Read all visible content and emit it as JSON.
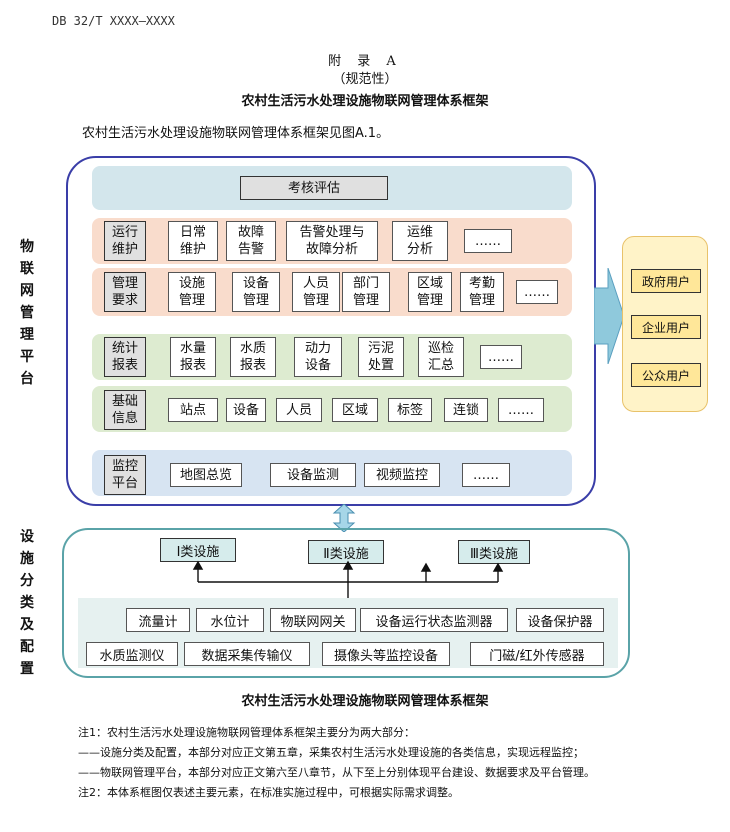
{
  "header": {
    "std_code": "DB 32/T XXXX—XXXX"
  },
  "appendix": {
    "title": "附  录  A",
    "type": "（规范性）",
    "name": "农村生活污水处理设施物联网管理体系框架"
  },
  "intro": "农村生活污水处理设施物联网管理体系框架见图A.1。",
  "side_labels": {
    "platform": "物联网管理平台",
    "facilities": "设施分类及配置"
  },
  "platform": {
    "top": "考核评估",
    "rows": [
      {
        "head": "运行\n维护",
        "items": [
          "日常\n维护",
          "故障\n告警",
          "告警处理与\n故障分析",
          "运维\n分析",
          "……"
        ]
      },
      {
        "head": "管理\n要求",
        "items": [
          "设施\n管理",
          "设备\n管理",
          "人员\n管理",
          "部门\n管理",
          "区域\n管理",
          "考勤\n管理",
          "……"
        ]
      },
      {
        "head": "统计\n报表",
        "items": [
          "水量\n报表",
          "水质\n报表",
          "动力\n设备",
          "污泥\n处置",
          "巡检\n汇总",
          "……"
        ]
      },
      {
        "head": "基础\n信息",
        "items": [
          "站点",
          "设备",
          "人员",
          "区域",
          "标签",
          "连锁",
          "……"
        ]
      },
      {
        "head": "监控\n平台",
        "items": [
          "地图总览",
          "设备监测",
          "视频监控",
          "……"
        ]
      }
    ]
  },
  "users": [
    "政府用户",
    "企业用户",
    "公众用户"
  ],
  "facilities": {
    "classes": [
      "Ⅰ类设施",
      "Ⅱ类设施",
      "Ⅲ类设施"
    ],
    "devices_row1": [
      "流量计",
      "水位计",
      "物联网网关",
      "设备运行状态监测器",
      "设备保护器"
    ],
    "devices_row2": [
      "水质监测仪",
      "数据采集传输仪",
      "摄像头等监控设备",
      "门磁/红外传感器"
    ]
  },
  "figure_caption": "农村生活污水处理设施物联网管理体系框架",
  "notes": [
    "注1：农村生活污水处理设施物联网管理体系框架主要分为两大部分：",
    "——设施分类及配置，本部分对应正文第五章，采集农村生活污水处理设施的各类信息，实现远程监控；",
    "——物联网管理平台，本部分对应正文第六至八章节，从下至上分别体现平台建设、数据要求及平台管理。",
    "注2：本体系框图仅表述主要元素，在标准实施过程中，可根据实际需求调整。"
  ],
  "colors": {
    "platform_border": "#3a3ea8",
    "band_blue": "#d3e6ec",
    "band_orange": "#f9dccc",
    "band_green": "#ddebd0",
    "band_monitor": "#d7e4f2",
    "users_bg": "#fff3c8",
    "facility_border": "#5aa3a8",
    "arrow": "#8fc9dc"
  }
}
